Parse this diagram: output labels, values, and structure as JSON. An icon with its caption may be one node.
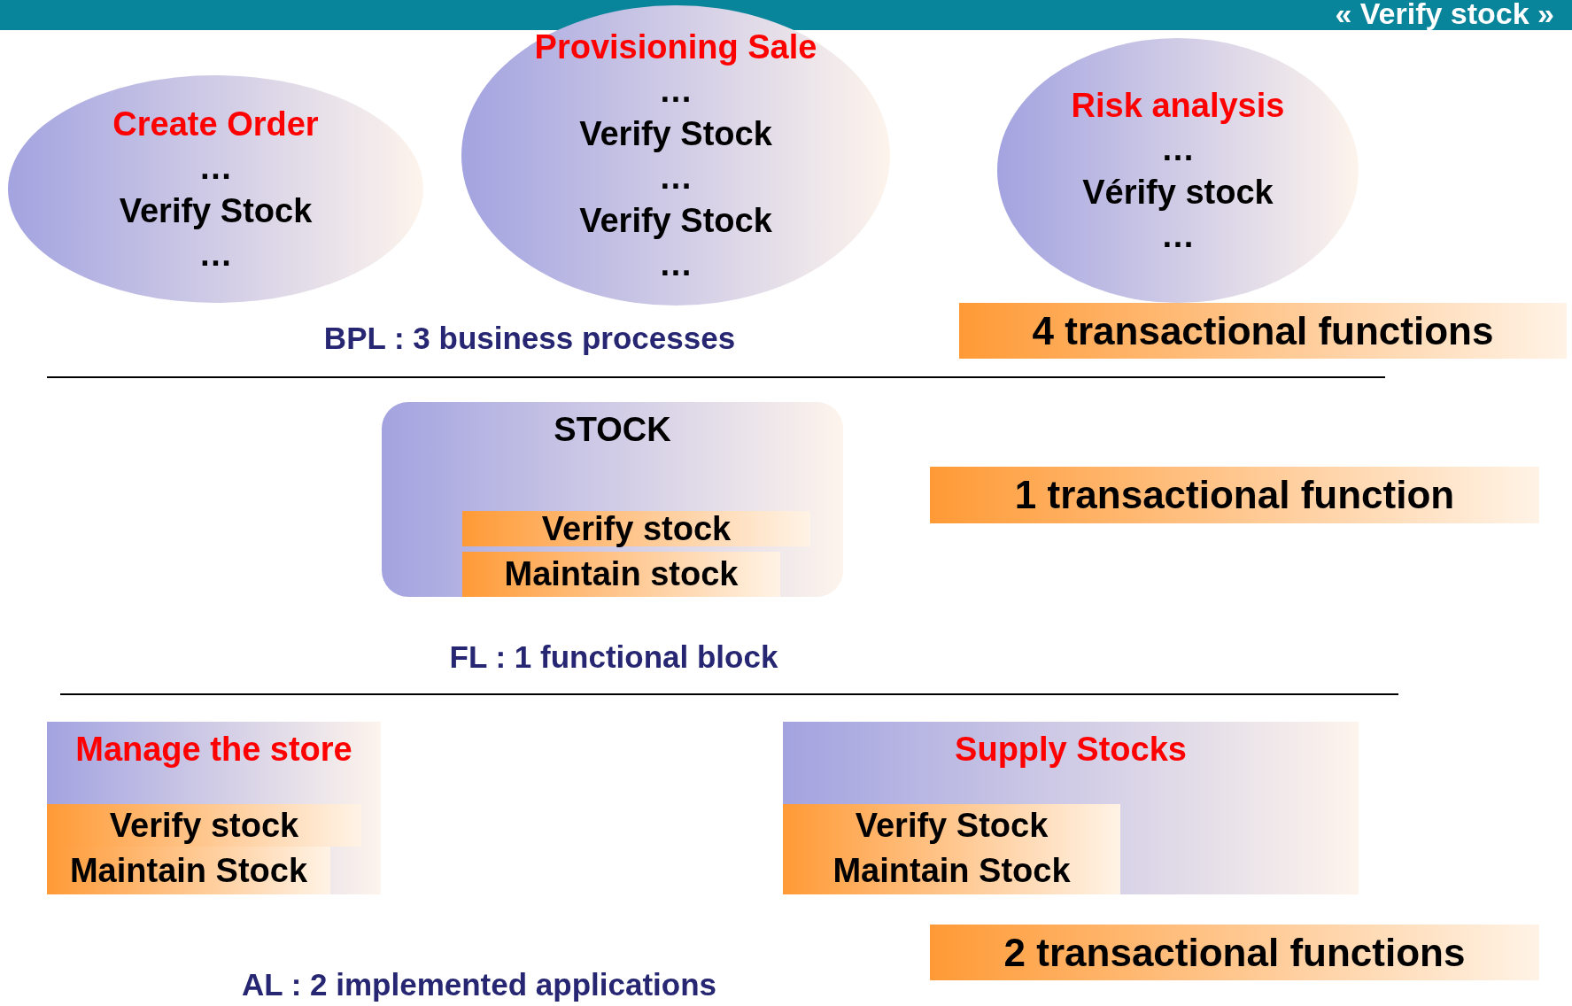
{
  "diagram": {
    "title": "« Verify stock »",
    "nodes": [
      {
        "text": [
          "Create Order",
          "…",
          "Verify Stock",
          "…"
        ]
      },
      {
        "text": [
          "Provisioning Sale",
          "…",
          "Verify Stock",
          "…",
          "Verify Stock",
          "…"
        ]
      },
      {
        "text": [
          "Risk analysis",
          "…",
          "Vérify stock",
          "…"
        ]
      },
      {
        "text": [
          "4 transactional functions"
        ]
      },
      {
        "text": [
          "STOCK"
        ]
      },
      {
        "text": [
          "Verify stock"
        ],
        "in": 4
      },
      {
        "text": [
          "Maintain stock"
        ],
        "in": 4
      },
      {
        "text": [
          "1 transactional function"
        ]
      },
      {
        "text": [
          "Manage the store"
        ]
      },
      {
        "text": [
          "Verify stock"
        ],
        "in": 8
      },
      {
        "text": [
          "Maintain Stock"
        ],
        "in": 8
      },
      {
        "text": [
          "Supply Stocks"
        ]
      },
      {
        "text": [
          "Verify Stock"
        ],
        "in": 11
      },
      {
        "text": [
          "Maintain Stock"
        ],
        "in": 11
      },
      {
        "text": [
          "2 transactional functions"
        ]
      }
    ],
    "labels": [
      "BPL  : 3 business processes",
      "FL : 1 functional block",
      "AL : 2 implemented applications"
    ]
  }
}
